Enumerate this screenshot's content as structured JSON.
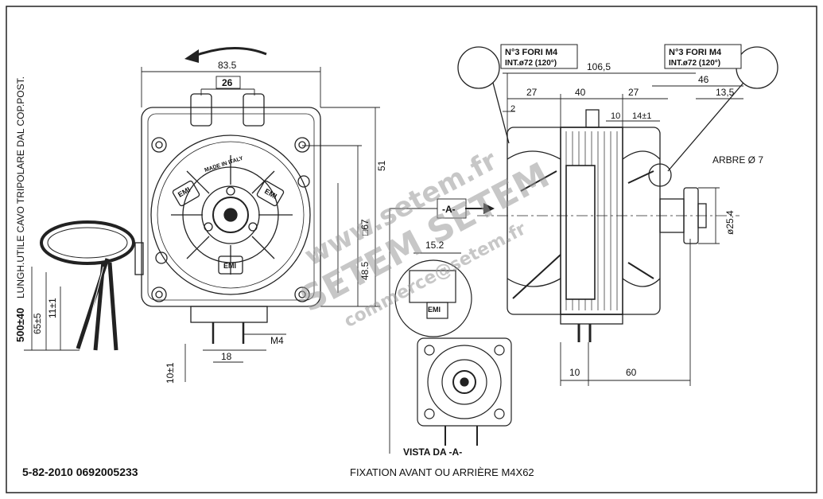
{
  "labels": {
    "dim_83_5": "83.5",
    "dim_26": "26",
    "dim_51": "51",
    "dim_67": "□67",
    "dim_48_5": "48.5",
    "dim_500": "500±40",
    "cable_note": "LUNGH.UTILE CAVO TRIPOLARE DAL COP.POST.",
    "dim_65": "65±5",
    "dim_11": "11±1",
    "dim_10_side": "10±1",
    "dim_m4": "M4",
    "dim_18": "18",
    "dim_106_5": "106,5",
    "dim_46": "46",
    "dim_13_5": "13,5",
    "dim_27_a": "27",
    "dim_40": "40",
    "dim_27_b": "27",
    "dim_2": "2",
    "dim_10_top": "10",
    "dim_14": "14±1",
    "shaft_label": "ARBRE Ø 7",
    "dim_25_4": "ø25.4",
    "view_marker": "-A-",
    "dim_15_2": "15.2",
    "view_caption": "VISTA DA -A-",
    "dim_10_bottom": "10",
    "dim_60": "60",
    "holes_left_1": "N°3 FORI M4",
    "holes_left_2": "INT.ø72 (120°)",
    "holes_right_1": "N°3 FORI M4",
    "holes_right_2": "INT.ø72 (120°)",
    "stamp_made_in": "MADE IN ITALY",
    "stamp_emi_1": "EMI",
    "stamp_emi_2": "EMI",
    "stamp_emi_3": "EMI",
    "stamp_emi_4": "EMI",
    "watermark_1": "www.setem.fr",
    "watermark_2": "SETEM SETEM",
    "watermark_3": "commerce@setem.fr"
  },
  "footer": {
    "ref": "5-82-2010  0692005233",
    "fixation": "FIXATION AVANT OU ARRIÈRE M4X62"
  }
}
